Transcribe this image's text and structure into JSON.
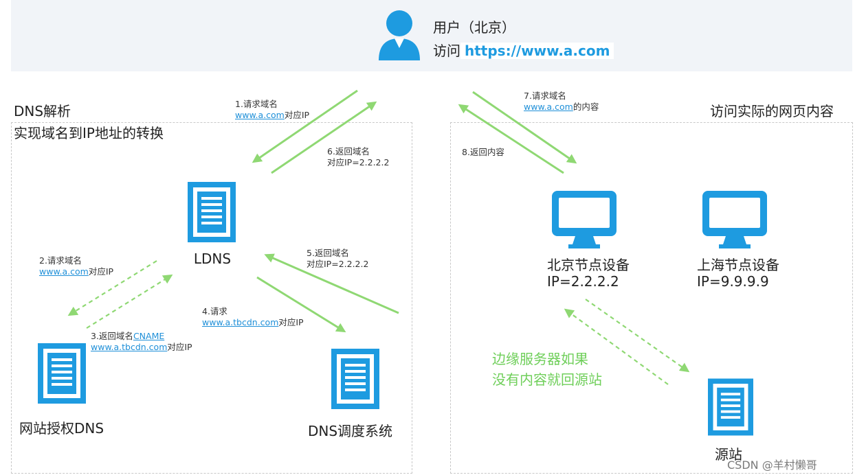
{
  "user": {
    "line1": "用户（北京）",
    "line2_prefix": "访问",
    "url": "https://www.a.com"
  },
  "left_panel": {
    "title_line1": "DNS解析",
    "title_line2": "实现域名到IP地址的转换"
  },
  "right_panel": {
    "title": "访问实际的网页内容"
  },
  "nodes": {
    "ldns": "LDNS",
    "auth_dns": "网站授权DNS",
    "dns_scheduler": "DNS调度系统",
    "beijing_node": "北京节点设备",
    "beijing_ip": "IP=2.2.2.2",
    "shanghai_node": "上海节点设备",
    "shanghai_ip": "IP=9.9.9.9",
    "origin": "源站"
  },
  "steps": {
    "s1_title": "1.请求域名",
    "s1_link": "www.a.com",
    "s1_suffix": "对应IP",
    "s2_title": "2.请求域名",
    "s2_link": "www.a.com",
    "s2_suffix": "对应IP",
    "s3_prefix": "3.返回域名",
    "s3_cname": "CNAME",
    "s3_link": "www.a.tbcdn.com",
    "s3_suffix": "对应IP",
    "s4_title": "4.请求",
    "s4_link": "www.a.tbcdn.com",
    "s4_suffix": "对应IP",
    "s5_title": "5.返回域名",
    "s5_line2": "对应IP=2.2.2.2",
    "s6_title": "6.返回域名",
    "s6_line2": "对应IP=2.2.2.2",
    "s7_title": "7.请求域名",
    "s7_link": "www.a.com",
    "s7_suffix": "的内容",
    "s8_title": "8.返回内容"
  },
  "edge_note": {
    "line1": "边缘服务器如果",
    "line2": "没有内容就回源站"
  },
  "watermark": "CSDN @羊村懒哥",
  "colors": {
    "accent_blue": "#1e9be0",
    "arrow_green": "#8fd873",
    "note_green": "#6fcf5a",
    "panel_bg": "#f1f4f8"
  },
  "icons": [
    "user-icon",
    "server-icon",
    "monitor-icon"
  ]
}
